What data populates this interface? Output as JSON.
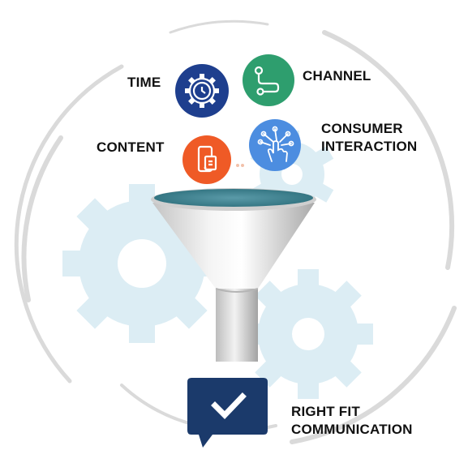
{
  "diagram": {
    "labels": {
      "time": "TIME",
      "channel": "CHANNEL",
      "content": "CONTENT",
      "consumer_interaction": [
        "CONSUMER",
        "INTERACTION"
      ],
      "result": [
        "RIGHT FIT",
        "COMMUNICATION"
      ]
    },
    "icons": {
      "time": "clock-gear-icon",
      "channel": "route-path-icon",
      "content": "mobile-device-icon",
      "consumer_interaction": "touch-network-icon",
      "result": "checkmark-chat-icon"
    },
    "colors": {
      "time": "#1e3f8e",
      "channel": "#2e9e6e",
      "content": "#ef5a26",
      "consumer_interaction": "#4c8de0",
      "result": "#1b3a6b",
      "gears": "#dcedf4",
      "arcs": "#dadada",
      "funnel_rim": "#2f7b88"
    }
  }
}
